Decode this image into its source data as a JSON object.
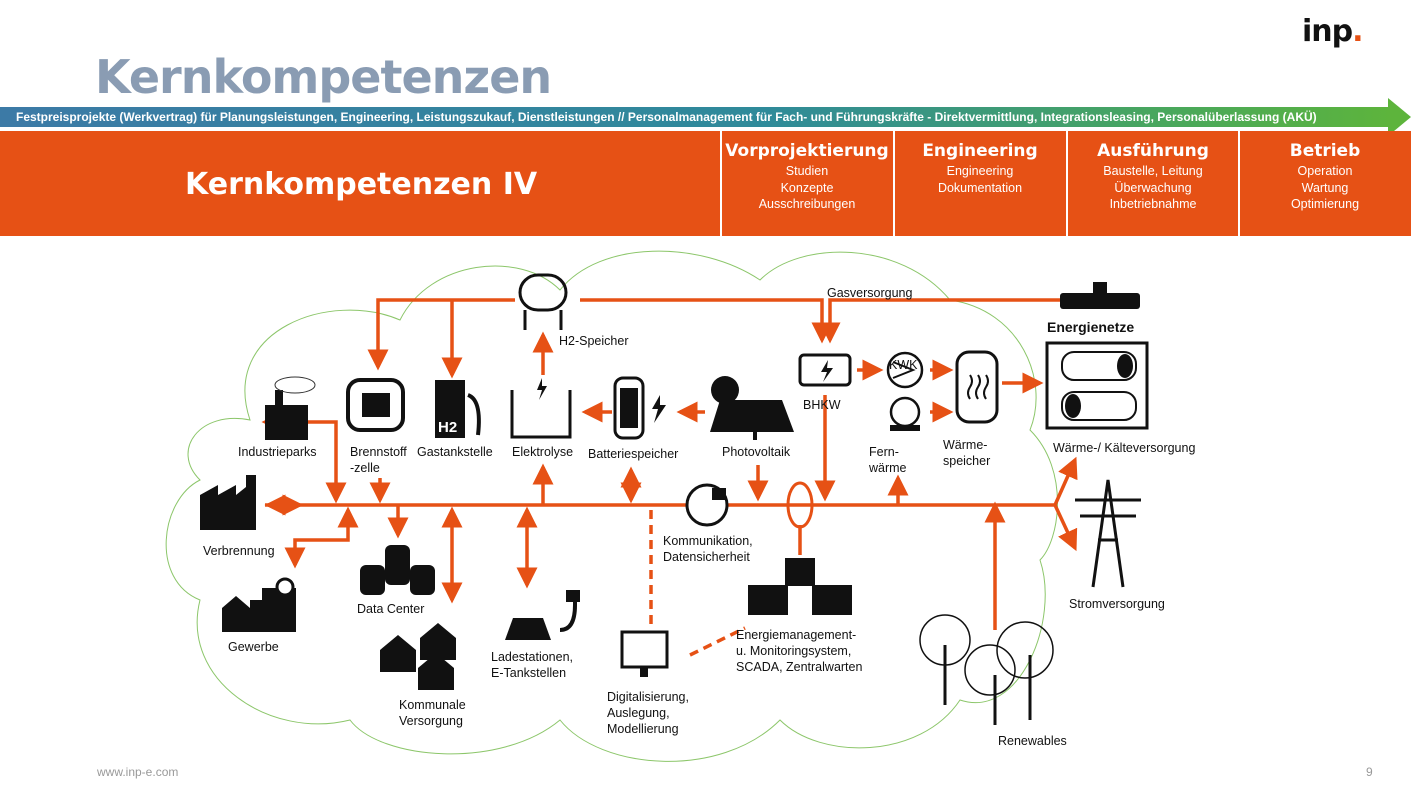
{
  "logo": {
    "text": "inp",
    "dot": "."
  },
  "title": "Kernkompetenzen",
  "banner": "Festpreisprojekte (Werkvertrag) für Planungsleistungen, Engineering, Leistungszukauf, Dienstleistungen // Personalmanagement für Fach- und Führungskräfte - Direktvermittlung, Integrationsleasing, Personalüberlassung (AKÜ)",
  "header": {
    "title": "Kernkompetenzen  IV",
    "phases": [
      {
        "title": "Vorprojektierung",
        "lines": [
          "Studien",
          "Konzepte",
          "Ausschreibungen"
        ]
      },
      {
        "title": "Engineering",
        "lines": [
          "Engineering",
          "Dokumentation"
        ]
      },
      {
        "title": "Ausführung",
        "lines": [
          "Baustelle, Leitung",
          "Überwachung",
          "Inbetriebnahme"
        ]
      },
      {
        "title": "Betrieb",
        "lines": [
          "Operation",
          "Wartung",
          "Optimierung"
        ]
      }
    ]
  },
  "diagram": {
    "h2_speicher": "H2-Speicher",
    "gasversorgung": "Gasversorgung",
    "energienetze": "Energienetze",
    "kwk": "KWK",
    "bhkw": "BHKW",
    "industrieparks": "Industrieparks",
    "brennstoff1": "Brennstoff",
    "brennstoff2": "-zelle",
    "gastankstelle": "Gastankstelle",
    "elektrolyse": "Elektrolyse",
    "batteriespeicher": "Batteriespeicher",
    "photovoltaik": "Photovoltaik",
    "fern1": "Fern-",
    "fern2": "wärme",
    "waerme1": "Wärme-",
    "waerme2": "speicher",
    "waerme_kaelte": "Wärme-/ Kälteversorgung",
    "verbrennung": "Verbrennung",
    "komm1": "Kommunikation,",
    "komm2": "Datensicherheit",
    "datacenter": "Data Center",
    "stromversorgung": "Stromversorgung",
    "gewerbe": "Gewerbe",
    "em1": "Energiemanagement-",
    "em2": "u. Monitoringsystem,",
    "em3": "SCADA, Zentralwarten",
    "lade1": "Ladestationen,",
    "lade2": "E-Tankstellen",
    "kommunal1": "Kommunale",
    "kommunal2": "Versorgung",
    "dig1": "Digitalisierung,",
    "dig2": "Auslegung,",
    "dig3": "Modellierung",
    "renewables": "Renewables"
  },
  "footer": {
    "url": "www.inp-e.com",
    "page": "9"
  },
  "colors": {
    "accent": "#e65115",
    "title": "#8a9cb3",
    "cloud": "#8cc66a"
  }
}
